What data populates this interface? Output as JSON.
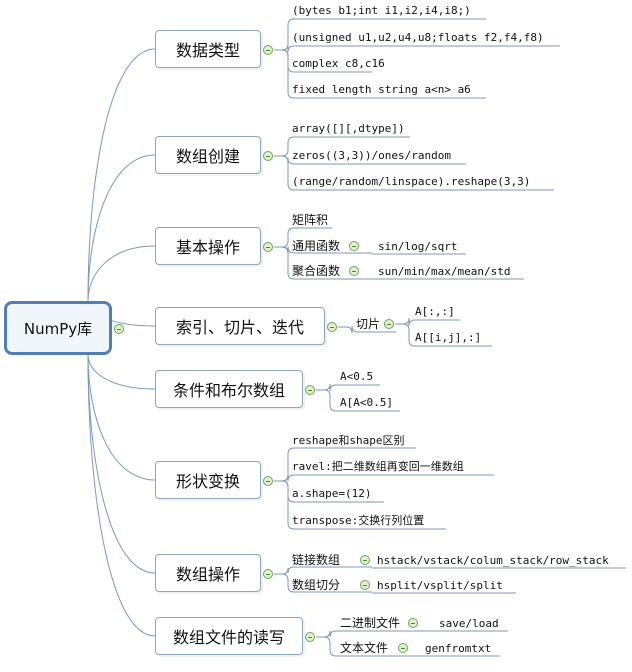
{
  "root": {
    "label": "NumPy库"
  },
  "branches": [
    {
      "label": "数据类型",
      "children": [
        {
          "label": "(bytes b1;int i1,i2,i4,i8;)"
        },
        {
          "label": "(unsigned u1,u2,u4,u8;floats f2,f4,f8)"
        },
        {
          "label": "complex c8,c16"
        },
        {
          "label": "fixed length string a<n> a6"
        }
      ]
    },
    {
      "label": "数组创建",
      "children": [
        {
          "label": "array([][,dtype])"
        },
        {
          "label": "zeros((3,3))/ones/random"
        },
        {
          "label": "(range/random/linspace).reshape(3,3)"
        }
      ]
    },
    {
      "label": "基本操作",
      "children": [
        {
          "label": "矩阵积"
        },
        {
          "label": "通用函数",
          "children": [
            {
              "label": "sin/log/sqrt"
            }
          ]
        },
        {
          "label": "聚合函数",
          "children": [
            {
              "label": "sun/min/max/mean/std"
            }
          ]
        }
      ]
    },
    {
      "label": "索引、切片、迭代",
      "children": [
        {
          "label": "切片",
          "children": [
            {
              "label": "A[:,:]"
            },
            {
              "label": "A[[i,j],:]"
            }
          ]
        }
      ]
    },
    {
      "label": "条件和布尔数组",
      "children": [
        {
          "label": "A<0.5"
        },
        {
          "label": "A[A<0.5]"
        }
      ]
    },
    {
      "label": "形状变换",
      "children": [
        {
          "label": "reshape和shape区别"
        },
        {
          "label": "ravel:把二维数组再变回一维数组"
        },
        {
          "label": "a.shape=(12)"
        },
        {
          "label": "transpose:交换行列位置"
        }
      ]
    },
    {
      "label": "数组操作",
      "children": [
        {
          "label": "链接数组",
          "children": [
            {
              "label": "hstack/vstack/colum_stack/row_stack"
            }
          ]
        },
        {
          "label": "数组切分",
          "children": [
            {
              "label": "hsplit/vsplit/split"
            }
          ]
        }
      ]
    },
    {
      "label": "数组文件的读写",
      "children": [
        {
          "label": "二进制文件",
          "children": [
            {
              "label": "save/load"
            }
          ]
        },
        {
          "label": "文本文件",
          "children": [
            {
              "label": "genfromtxt"
            }
          ]
        }
      ]
    }
  ]
}
